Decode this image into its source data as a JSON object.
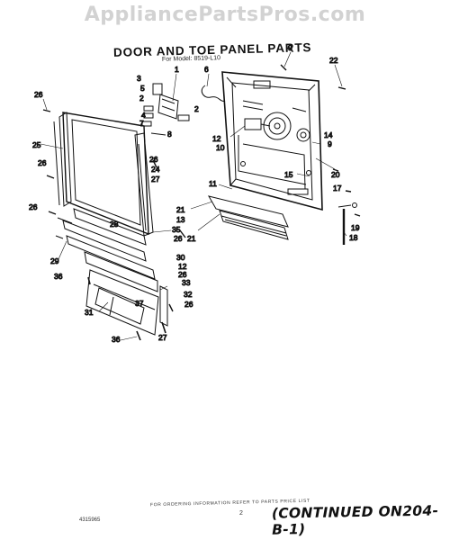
{
  "watermark": "AppliancePartsPros.com",
  "title": "DOOR AND TOE PANEL PARTS",
  "model": "For Model: 8519-L10",
  "footer": {
    "note": "FOR ORDERING INFORMATION REFER TO PARTS PRICE LIST",
    "page": "2",
    "continued": "(CONTINUED ON204-B-1)",
    "doc_code": "4315965"
  },
  "callouts": [
    "1",
    "2",
    "3",
    "5",
    "2",
    "4",
    "7",
    "8",
    "6",
    "9",
    "22",
    "26",
    "25",
    "26",
    "26",
    "24",
    "27",
    "12",
    "10",
    "14",
    "9",
    "15",
    "20",
    "17",
    "11",
    "21",
    "13",
    "21",
    "35",
    "26",
    "19",
    "18",
    "26",
    "28",
    "29",
    "30",
    "12",
    "26",
    "36",
    "33",
    "32",
    "26",
    "31",
    "37",
    "36",
    "27"
  ]
}
